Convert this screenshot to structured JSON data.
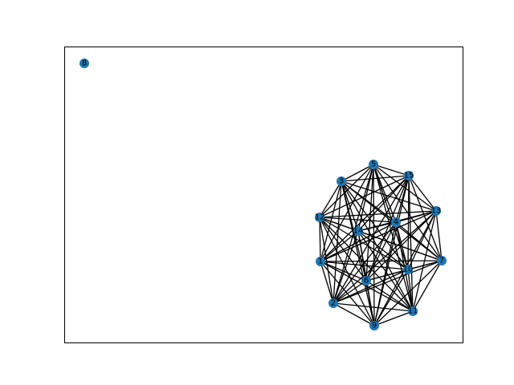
{
  "graph": {
    "node_color": "#1f77b4",
    "edge_color": "#000000",
    "frame_color": "#000000",
    "nodes": [
      {
        "id": "1"
      },
      {
        "id": "2"
      },
      {
        "id": "3"
      },
      {
        "id": "4"
      },
      {
        "id": "5"
      },
      {
        "id": "6"
      },
      {
        "id": "7"
      },
      {
        "id": "8"
      },
      {
        "id": "9"
      },
      {
        "id": "10"
      },
      {
        "id": "11"
      },
      {
        "id": "12"
      },
      {
        "id": "13"
      },
      {
        "id": "14"
      },
      {
        "id": "15"
      }
    ],
    "edges": [
      [
        "1",
        "2"
      ],
      [
        "1",
        "3"
      ],
      [
        "1",
        "4"
      ],
      [
        "1",
        "5"
      ],
      [
        "1",
        "6"
      ],
      [
        "1",
        "7"
      ],
      [
        "1",
        "9"
      ],
      [
        "1",
        "10"
      ],
      [
        "1",
        "11"
      ],
      [
        "1",
        "12"
      ],
      [
        "1",
        "13"
      ],
      [
        "1",
        "14"
      ],
      [
        "1",
        "15"
      ],
      [
        "2",
        "3"
      ],
      [
        "2",
        "4"
      ],
      [
        "2",
        "5"
      ],
      [
        "2",
        "6"
      ],
      [
        "2",
        "7"
      ],
      [
        "2",
        "9"
      ],
      [
        "2",
        "10"
      ],
      [
        "2",
        "11"
      ],
      [
        "2",
        "12"
      ],
      [
        "2",
        "13"
      ],
      [
        "2",
        "14"
      ],
      [
        "2",
        "15"
      ],
      [
        "3",
        "4"
      ],
      [
        "3",
        "5"
      ],
      [
        "3",
        "6"
      ],
      [
        "3",
        "7"
      ],
      [
        "3",
        "9"
      ],
      [
        "3",
        "10"
      ],
      [
        "3",
        "11"
      ],
      [
        "3",
        "12"
      ],
      [
        "3",
        "13"
      ],
      [
        "3",
        "14"
      ],
      [
        "3",
        "15"
      ],
      [
        "4",
        "5"
      ],
      [
        "4",
        "6"
      ],
      [
        "4",
        "7"
      ],
      [
        "4",
        "9"
      ],
      [
        "4",
        "10"
      ],
      [
        "4",
        "11"
      ],
      [
        "4",
        "12"
      ],
      [
        "4",
        "13"
      ],
      [
        "4",
        "14"
      ],
      [
        "4",
        "15"
      ],
      [
        "5",
        "6"
      ],
      [
        "5",
        "7"
      ],
      [
        "5",
        "9"
      ],
      [
        "5",
        "10"
      ],
      [
        "5",
        "11"
      ],
      [
        "5",
        "12"
      ],
      [
        "5",
        "13"
      ],
      [
        "5",
        "14"
      ],
      [
        "5",
        "15"
      ],
      [
        "6",
        "7"
      ],
      [
        "6",
        "9"
      ],
      [
        "6",
        "10"
      ],
      [
        "6",
        "11"
      ],
      [
        "6",
        "12"
      ],
      [
        "6",
        "13"
      ],
      [
        "6",
        "14"
      ],
      [
        "6",
        "15"
      ],
      [
        "7",
        "9"
      ],
      [
        "7",
        "10"
      ],
      [
        "7",
        "11"
      ],
      [
        "7",
        "12"
      ],
      [
        "7",
        "13"
      ],
      [
        "7",
        "14"
      ],
      [
        "7",
        "15"
      ],
      [
        "9",
        "10"
      ],
      [
        "9",
        "11"
      ],
      [
        "9",
        "12"
      ],
      [
        "9",
        "13"
      ],
      [
        "9",
        "14"
      ],
      [
        "9",
        "15"
      ],
      [
        "10",
        "11"
      ],
      [
        "10",
        "12"
      ],
      [
        "10",
        "13"
      ],
      [
        "10",
        "14"
      ],
      [
        "10",
        "15"
      ],
      [
        "11",
        "12"
      ],
      [
        "11",
        "13"
      ],
      [
        "11",
        "14"
      ],
      [
        "11",
        "15"
      ],
      [
        "12",
        "13"
      ],
      [
        "12",
        "14"
      ],
      [
        "12",
        "15"
      ],
      [
        "13",
        "14"
      ],
      [
        "13",
        "15"
      ],
      [
        "14",
        "15"
      ]
    ]
  }
}
